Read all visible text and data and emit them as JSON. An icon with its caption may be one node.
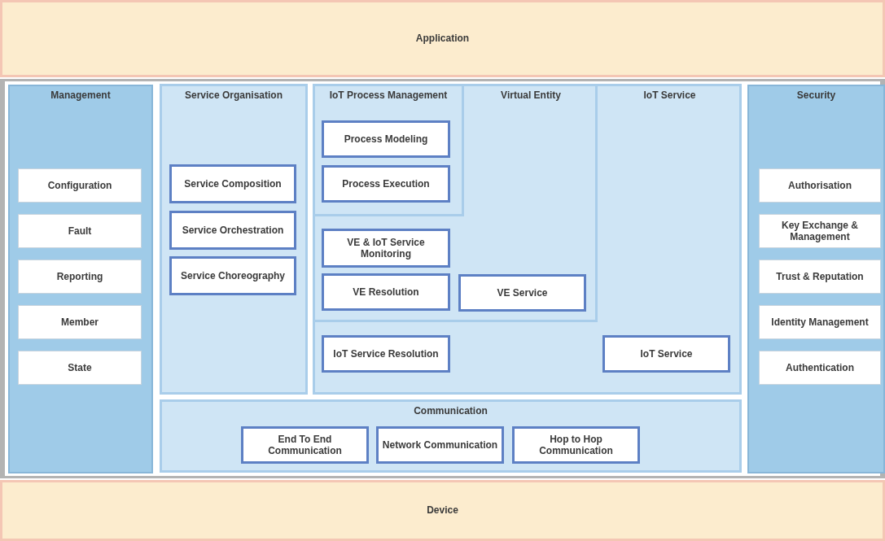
{
  "diagram": {
    "nodes": [
      {
        "text": [
          "Application"
        ]
      },
      {
        "text": [
          "Management"
        ]
      },
      {
        "text": [
          "Configuration"
        ],
        "in": 1
      },
      {
        "text": [
          "Fault"
        ],
        "in": 1
      },
      {
        "text": [
          "Reporting"
        ],
        "in": 1
      },
      {
        "text": [
          "Member"
        ],
        "in": 1
      },
      {
        "text": [
          "State"
        ],
        "in": 1
      },
      {
        "text": [
          "Service Organisation"
        ]
      },
      {
        "text": [
          "Service Composition"
        ],
        "in": 7
      },
      {
        "text": [
          "Service Orchestration"
        ],
        "in": 7
      },
      {
        "text": [
          "Service Choreography"
        ],
        "in": 7
      },
      {
        "text": [
          "IoT Service"
        ]
      },
      {
        "text": [
          "Virtual Entity"
        ],
        "in": 11
      },
      {
        "text": [
          "IoT Process Management"
        ],
        "in": 12
      },
      {
        "text": [
          "Process Modeling"
        ],
        "in": 13
      },
      {
        "text": [
          "Process Execution"
        ],
        "in": 13
      },
      {
        "text": [
          "VE & IoT Service Monitoring"
        ],
        "in": 12
      },
      {
        "text": [
          "VE Resolution"
        ],
        "in": 12
      },
      {
        "text": [
          "VE Service"
        ],
        "in": 12
      },
      {
        "text": [
          "IoT Service Resolution"
        ],
        "in": 11
      },
      {
        "text": [
          "IoT Service"
        ],
        "in": 11
      },
      {
        "text": [
          "Security"
        ]
      },
      {
        "text": [
          "Authorisation"
        ],
        "in": 21
      },
      {
        "text": [
          "Key Exchange & Management"
        ],
        "in": 21
      },
      {
        "text": [
          "Trust & Reputation"
        ],
        "in": 21
      },
      {
        "text": [
          "Identity Management"
        ],
        "in": 21
      },
      {
        "text": [
          "Authentication"
        ],
        "in": 21
      },
      {
        "text": [
          "Communication"
        ]
      },
      {
        "text": [
          "End To End Communication"
        ],
        "in": 27
      },
      {
        "text": [
          "Network Communication"
        ],
        "in": 27
      },
      {
        "text": [
          "Hop to Hop Communication"
        ],
        "in": 27
      },
      {
        "text": [
          "Device"
        ]
      }
    ],
    "edges": []
  }
}
